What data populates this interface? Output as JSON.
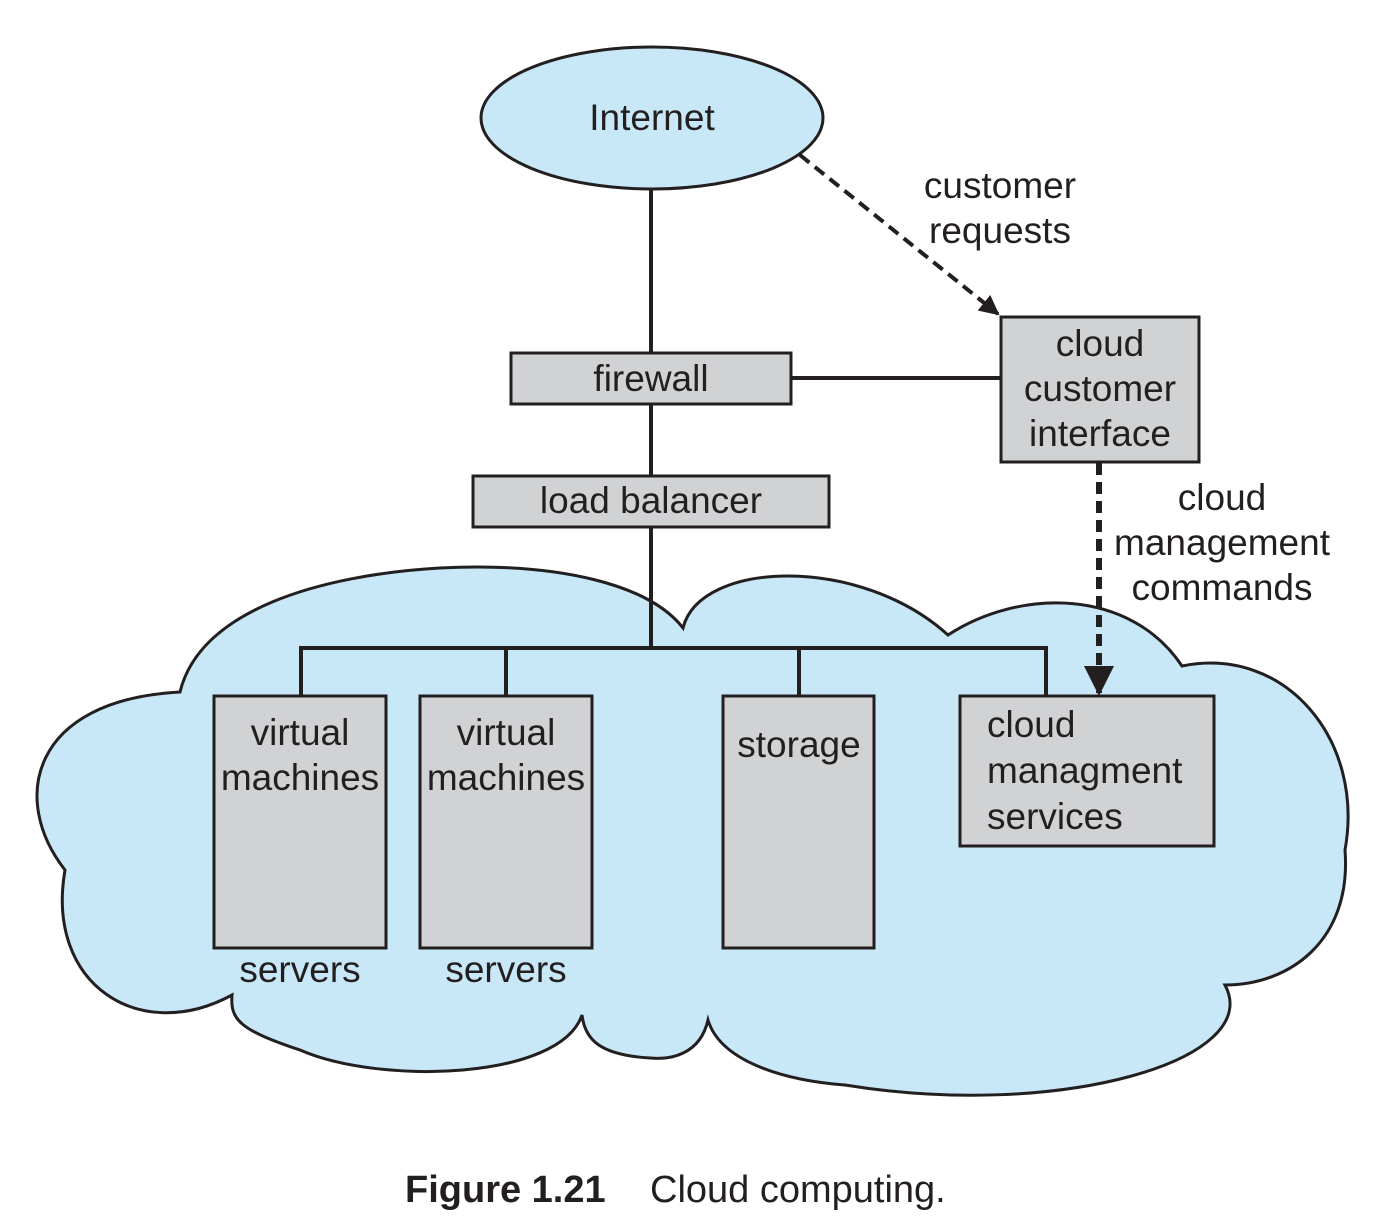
{
  "colors": {
    "cloud_fill": "#c8e8f7",
    "box_fill": "#d1d2d4",
    "stroke": "#231f20"
  },
  "nodes": {
    "internet": "Internet",
    "firewall": "firewall",
    "load_balancer": "load balancer",
    "cloud_customer_interface": [
      "cloud",
      "customer",
      "interface"
    ],
    "vm1": [
      "virtual",
      "machines"
    ],
    "vm2": [
      "virtual",
      "machines"
    ],
    "servers1": "servers",
    "servers2": "servers",
    "storage": "storage",
    "cloud_management_services": [
      "cloud",
      "managment",
      "services"
    ]
  },
  "edge_labels": {
    "customer_requests": [
      "customer",
      "requests"
    ],
    "cloud_management_commands": [
      "cloud",
      "management",
      "commands"
    ]
  },
  "caption": {
    "number": "Figure 1.21",
    "text": "Cloud computing."
  }
}
